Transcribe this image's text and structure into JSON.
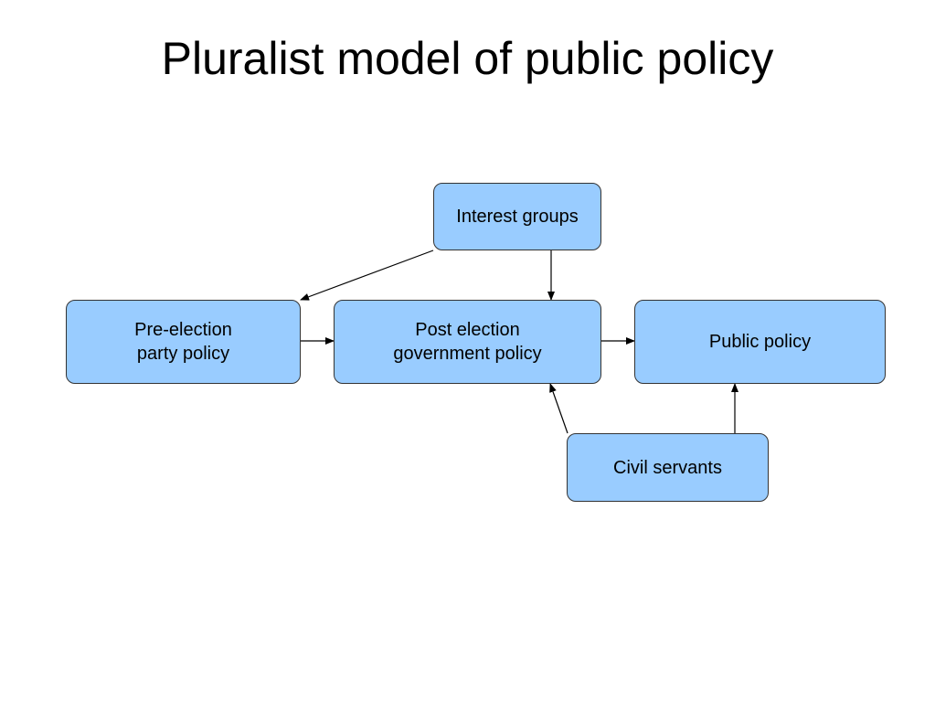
{
  "slide": {
    "title": "Pluralist model of public policy",
    "box_color": "#99ccff",
    "line_color": "#000000"
  },
  "diagram": {
    "nodes": {
      "interest_groups": {
        "label": "Interest groups"
      },
      "pre_election": {
        "label": "Pre-election\nparty policy"
      },
      "post_election": {
        "label": "Post election\ngovernment policy"
      },
      "public_policy": {
        "label": "Public policy"
      },
      "civil_servants": {
        "label": "Civil servants"
      }
    },
    "edges": [
      {
        "from": "interest_groups",
        "to": "pre_election"
      },
      {
        "from": "interest_groups",
        "to": "post_election"
      },
      {
        "from": "pre_election",
        "to": "post_election"
      },
      {
        "from": "post_election",
        "to": "public_policy"
      },
      {
        "from": "civil_servants",
        "to": "post_election"
      },
      {
        "from": "civil_servants",
        "to": "public_policy"
      }
    ]
  }
}
